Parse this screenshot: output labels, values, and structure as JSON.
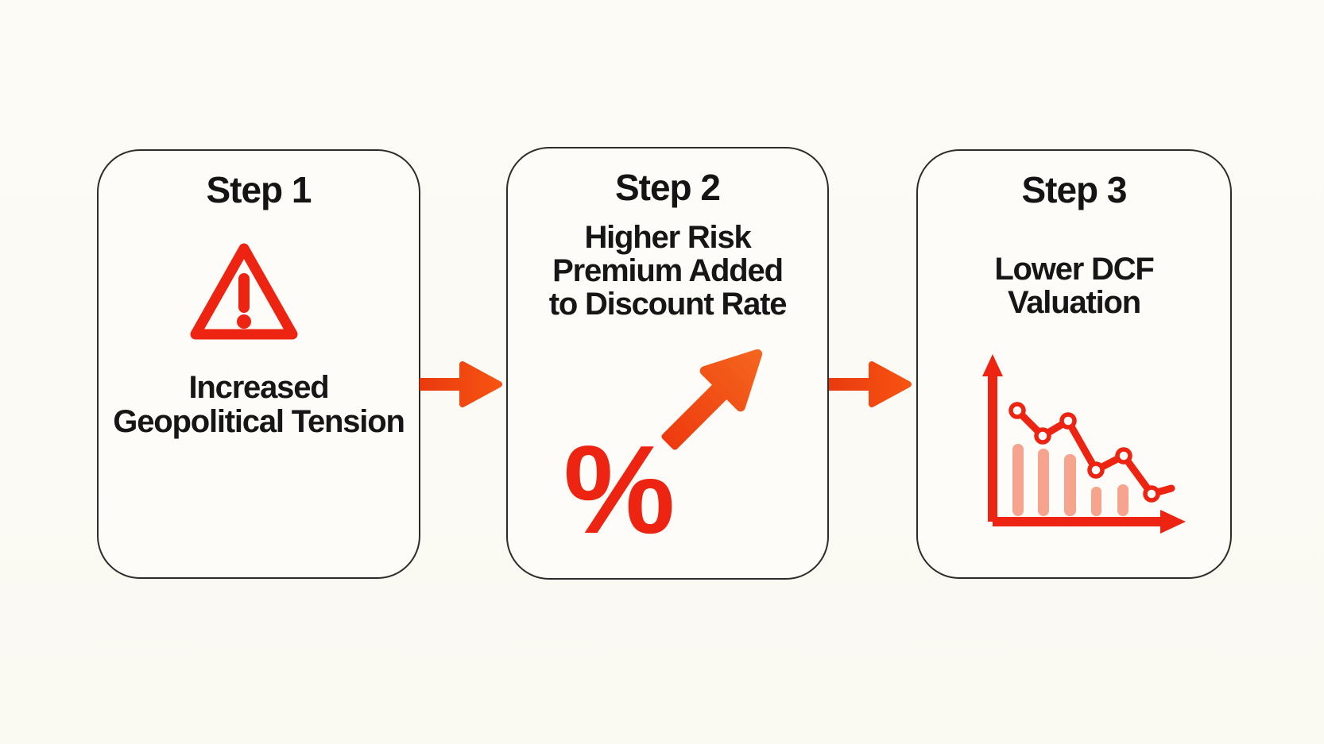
{
  "diagram": {
    "type": "flowchart",
    "direction": "left-to-right",
    "steps": [
      {
        "title": "Step 1",
        "lines": [
          "Increased",
          "Geopolitical Tension"
        ],
        "icon": "warning-triangle-icon"
      },
      {
        "title": "Step 2",
        "lines": [
          "Higher Risk",
          "Premium Added",
          "to Discount Rate"
        ],
        "icon": "percent-rising-arrow-icon",
        "glyph": "%"
      },
      {
        "title": "Step 3",
        "lines": [
          "Lower DCF",
          "Valuation"
        ],
        "icon": "declining-chart-icon"
      }
    ],
    "connectors": [
      {
        "from": "Step 1",
        "to": "Step 2",
        "icon": "arrow-right-icon"
      },
      {
        "from": "Step 2",
        "to": "Step 3",
        "icon": "arrow-right-icon"
      }
    ],
    "colors": {
      "alert_red": "#ee2413",
      "connector_arrow_start": "#e93a0e",
      "connector_arrow_end": "#f75412",
      "diagonal_arrow_start": "#ee3a0e",
      "diagonal_arrow_end": "#f4661e",
      "chart_bar_salmon": "#f7a48f",
      "marker_fill": "#ffffff",
      "step_text": "#141414",
      "card_border": "#2e2b28",
      "card_background": "#fdfcf8",
      "page_background": "#faf9f3"
    }
  }
}
